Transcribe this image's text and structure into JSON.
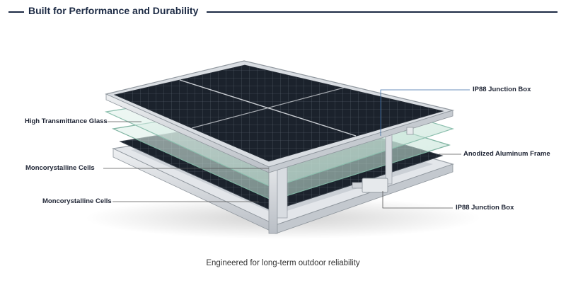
{
  "header": {
    "title": "Built for Performance and Durability"
  },
  "callouts": {
    "glass": "High Transmittance Glass",
    "cells_upper": "Moncorystalline Cells",
    "cells_lower": "Moncorystalline Cells",
    "junction_top": "IP88 Junction Box",
    "frame": "Anodized Aluminum Frame",
    "junction_bottom": "IP88 Junction Box"
  },
  "caption": "Engineered for long-term outdoor reliability",
  "colors": {
    "accent": "#1c2a44",
    "panel": "#1e2530",
    "frame": "#d4d8dd",
    "glass": "#cfe7df"
  }
}
